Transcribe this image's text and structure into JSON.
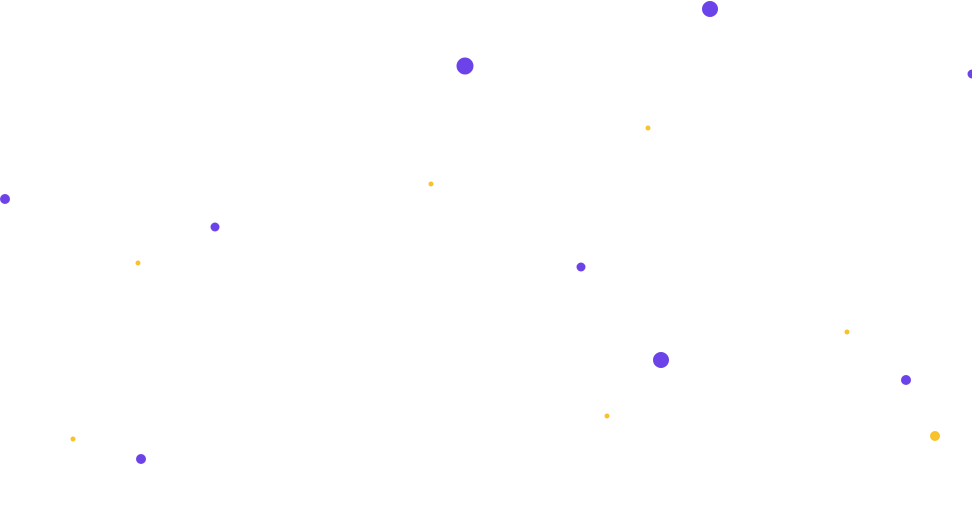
{
  "colors": {
    "background": "#ffffff",
    "purple_dot": "#6c43e8",
    "yellow_dot": "#f8c22b"
  },
  "decoration": {
    "pattern": "scattered-dots",
    "dot_colors_present": [
      "purple",
      "yellow"
    ]
  }
}
